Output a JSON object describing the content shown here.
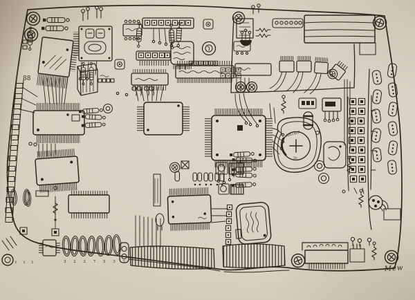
{
  "scene": {
    "title": "Hand-drawn circuit board illustration",
    "medium": "black ink line drawing on paper, photographed"
  },
  "palette": {
    "paper": "#d8d0c2",
    "paper_shadow": "#b9ae9c",
    "ink": "#2e2619"
  },
  "labels": {
    "battery_brand": "MN14LR",
    "battery_voltage": "3v",
    "left_edge_mark": "88",
    "big_cap_marks": "3 2 2 7 5 3 2",
    "small_cap_marks": "t t t",
    "signature": "Mew"
  },
  "inventory": [
    "mounting screws x6",
    "trimmer screws x2",
    "left edge-connector ladder",
    "DIP chips x10",
    "QFP chips x2",
    "shield module",
    "3D box module",
    "top-right heatsink bar",
    "coin cell battery",
    "crystal oscillator module",
    "electrolytic capacitor row x7",
    "small capacitor trio",
    "striped resistors",
    "zigzag resistors",
    "TO-92 transistor",
    "TO-5 transistor",
    "piezo buzzer",
    "jumper block",
    "capsule capacitor columns (right)",
    "via grid block (right)",
    "card-edge connectors (bottom)",
    "mounting hole ring",
    "signal traces"
  ]
}
